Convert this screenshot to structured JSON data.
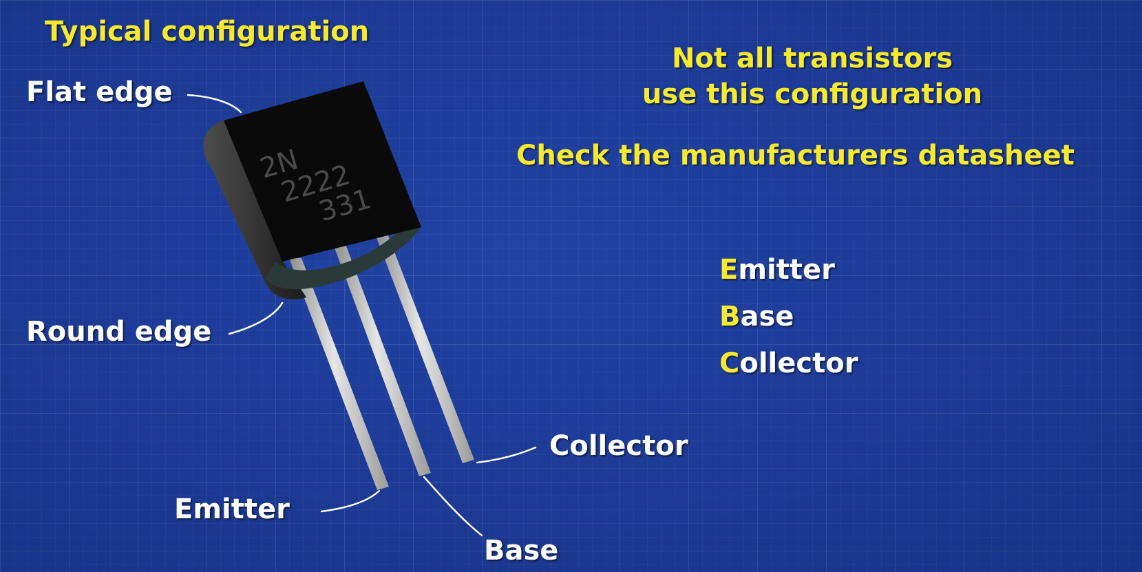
{
  "title": "Typical configuration",
  "note": {
    "line1": "Not all transistors",
    "line2": "use this configuration",
    "line3": "Check the manufacturers datasheet"
  },
  "package_labels": {
    "flat_edge": "Flat edge",
    "round_edge": "Round edge"
  },
  "pin_labels": {
    "emitter": "Emitter",
    "base": "Base",
    "collector": "Collector"
  },
  "package_marking": [
    "2N",
    "2222",
    "331"
  ],
  "legend": [
    {
      "initial": "E",
      "rest": "mitter"
    },
    {
      "initial": "B",
      "rest": "ase"
    },
    {
      "initial": "C",
      "rest": "ollector"
    }
  ],
  "colors": {
    "background": "#1f3f9d",
    "highlight_text": "#f7ea2e",
    "label_text": "#ffffff",
    "package_body": "#0a0a0a",
    "leads": "#c8c8c8"
  }
}
